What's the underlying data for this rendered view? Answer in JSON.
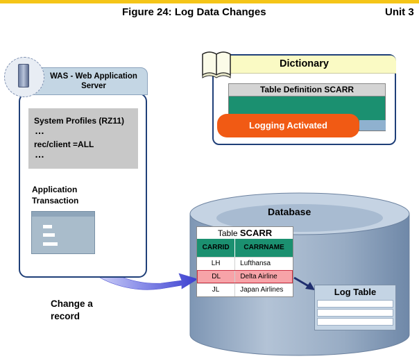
{
  "header": {
    "figure_title": "Figure 24: Log Data Changes",
    "unit": "Unit 3"
  },
  "was": {
    "title": "WAS - Web Application Server",
    "profiles_title": "System Profiles (RZ11)",
    "ellipsis": "…",
    "param": "rec/client =ALL",
    "app_transaction": "Application Transaction"
  },
  "change_record": "Change a record",
  "dictionary": {
    "title": "Dictionary",
    "table_definition": "Table Definition SCARR",
    "logging": "Logging Activated"
  },
  "database": {
    "title": "Database",
    "table_prefix": "Table",
    "table_name": "SCARR",
    "columns": [
      "CARRID",
      "CARRNAME"
    ],
    "rows": [
      {
        "id": "LH",
        "name": "Lufthansa"
      },
      {
        "id": "DL",
        "name": "Delta Airline"
      },
      {
        "id": "JL",
        "name": "Japan Airlines"
      }
    ],
    "highlighted_row": 1,
    "log_table": "Log Table"
  },
  "colors": {
    "accent_yellow": "#f5c518",
    "teal": "#1b9070",
    "orange": "#f15a14",
    "navy": "#1f3f78",
    "db_blue": "#93a8c2",
    "highlight": "#f7a3a8"
  }
}
